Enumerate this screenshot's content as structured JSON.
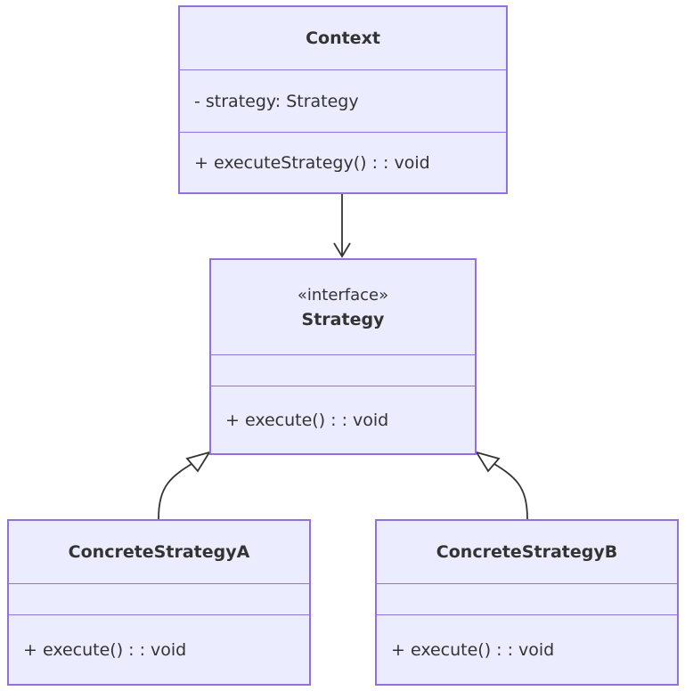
{
  "diagram": {
    "classes": {
      "context": {
        "name": "Context",
        "attributes": [
          "- strategy: Strategy"
        ],
        "methods": [
          "+ executeStrategy() : : void"
        ]
      },
      "strategy": {
        "stereotype": "«interface»",
        "name": "Strategy",
        "attributes": [],
        "methods": [
          "+ execute() : : void"
        ]
      },
      "concrete_a": {
        "name": "ConcreteStrategyA",
        "attributes": [],
        "methods": [
          "+ execute() : : void"
        ]
      },
      "concrete_b": {
        "name": "ConcreteStrategyB",
        "attributes": [],
        "methods": [
          "+ execute() : : void"
        ]
      }
    },
    "relationships": [
      {
        "from": "Context",
        "to": "Strategy",
        "type": "association"
      },
      {
        "from": "ConcreteStrategyA",
        "to": "Strategy",
        "type": "realization"
      },
      {
        "from": "ConcreteStrategyB",
        "to": "Strategy",
        "type": "realization"
      }
    ],
    "colors": {
      "box_fill": "#ECECFF",
      "box_border": "#9370DB",
      "line": "#333333",
      "text": "#333333"
    }
  }
}
